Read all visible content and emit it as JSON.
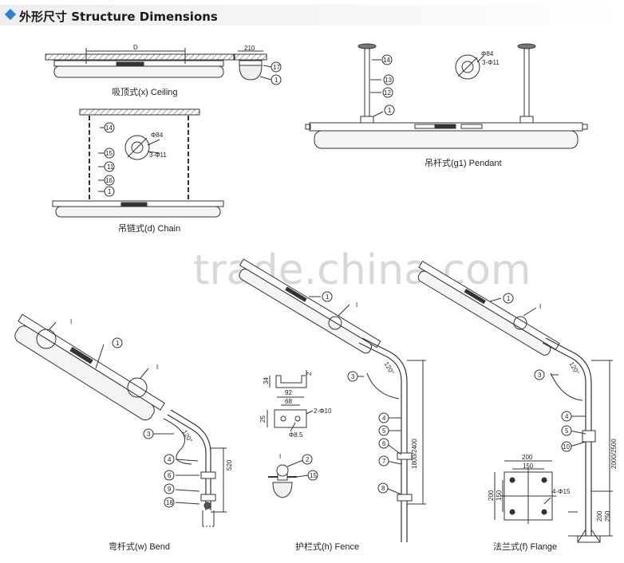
{
  "header": {
    "title": "外形尺寸 Structure Dimensions",
    "accent": "#2f7fd0"
  },
  "watermark": "trade.china.com",
  "captions": {
    "ceiling": "吸顶式(x) Ceiling",
    "chain": "吊链式(d) Chain",
    "pendant": "吊杆式(g1) Pendant",
    "bend": "弯杆式(w) Bend",
    "fence": "护栏式(h) Fence",
    "flange": "法兰式(f) Flange"
  },
  "dimensions": {
    "d": "D",
    "w210": "210",
    "phi84": "Φ84",
    "three_phi11": "3-Φ11",
    "angle120": "120°",
    "h520": "520",
    "h1800_2400": "1800/2400",
    "h2000_2500": "2000/2500",
    "w92": "92",
    "w68": "68",
    "h34": "34",
    "h25": "25",
    "v2": "2",
    "two_phi10": "2-Φ10",
    "phi8_5": "Φ8.5",
    "f200": "200",
    "f150": "150",
    "four_phi15": "4-Φ15",
    "b200": "200",
    "b250": "250"
  },
  "detail_mark": "I",
  "part_numbers": {
    "p1": "1",
    "p2": "2",
    "p3": "3",
    "p4": "4",
    "p5": "5",
    "p6": "6",
    "p7": "7",
    "p8": "8",
    "p9": "9",
    "p10": "10",
    "p11": "11",
    "p12": "12",
    "p13": "13",
    "p14": "14",
    "p15": "15",
    "p16": "16",
    "p17": "17",
    "p18": "18"
  }
}
